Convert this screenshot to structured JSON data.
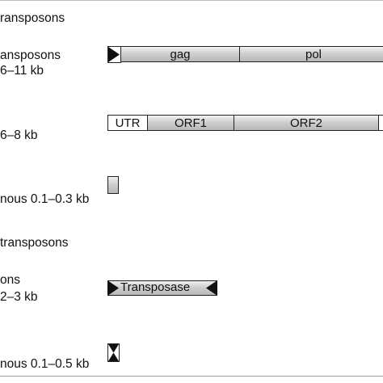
{
  "sections": [
    {
      "heading": "ransposons",
      "groups": [
        {
          "line1": "ansposons",
          "line2": "6–11 kb",
          "segments": [
            "gag",
            "pol"
          ]
        },
        {
          "line1": "",
          "line2": "6–8 kb",
          "segments": [
            "UTR",
            "ORF1",
            "ORF2"
          ]
        },
        {
          "line1": "nous 0.1–0.3 kb",
          "line2": "",
          "segments": []
        }
      ]
    },
    {
      "heading": "transposons",
      "groups": [
        {
          "line1": "ons",
          "line2": "2–3 kb",
          "segments": [
            "Transposase"
          ]
        },
        {
          "line1": "nous 0.1–0.5 kb",
          "line2": "",
          "segments": []
        }
      ]
    }
  ],
  "colors": {
    "fill_light": "#f2f2f2",
    "fill_dark": "#b7b7b7",
    "outline": "#222222",
    "frame": "#bdbdbd"
  }
}
